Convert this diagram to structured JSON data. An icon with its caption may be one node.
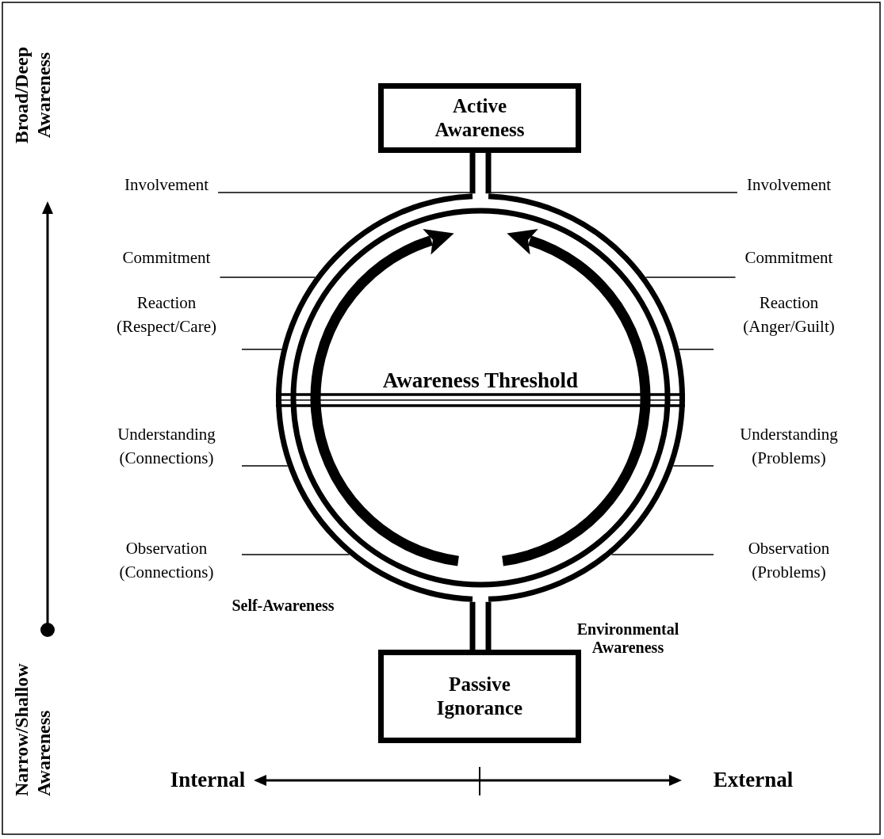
{
  "diagram": {
    "nodes": [
      {
        "text": [
          "Active Awareness"
        ]
      },
      {
        "text": [],
        "shape": "circle"
      },
      {
        "text": [
          "Passive Ignorance"
        ]
      },
      {
        "text": [
          "Involvement"
        ]
      },
      {
        "text": [
          "Involvement"
        ]
      },
      {
        "text": [
          "Commitment"
        ]
      },
      {
        "text": [
          "Commitment"
        ]
      },
      {
        "text": [
          "Reaction (Respect/Care)"
        ]
      },
      {
        "text": [
          "Reaction (Anger/Guilt)"
        ]
      },
      {
        "text": [
          "Understanding (Connections)"
        ]
      },
      {
        "text": [
          "Understanding (Problems)"
        ]
      },
      {
        "text": [
          "Observation (Connections)"
        ]
      },
      {
        "text": [
          "Observation (Problems)"
        ]
      }
    ],
    "edges": [
      {
        "from": 0,
        "to": 1,
        "arrow": "none",
        "style": "thick"
      },
      {
        "from": 1,
        "to": 2,
        "arrow": "none",
        "style": "thick"
      },
      {
        "from": 3,
        "to": 1,
        "arrow": "none"
      },
      {
        "from": 4,
        "to": 1,
        "arrow": "none"
      },
      {
        "from": 5,
        "to": 1,
        "arrow": "none"
      },
      {
        "from": 6,
        "to": 1,
        "arrow": "none"
      },
      {
        "from": 7,
        "to": 1,
        "arrow": "none"
      },
      {
        "from": 8,
        "to": 1,
        "arrow": "none"
      },
      {
        "from": 9,
        "to": 1,
        "arrow": "none"
      },
      {
        "from": 10,
        "to": 1,
        "arrow": "none"
      },
      {
        "from": 11,
        "to": 1,
        "arrow": "none"
      },
      {
        "from": 12,
        "to": 1,
        "arrow": "none"
      }
    ],
    "labels": [
      "Broad/Deep Awareness",
      "Narrow/Shallow Awareness",
      "Awareness Threshold",
      "Self-Awareness",
      "Environmental Awareness",
      "Internal",
      "External"
    ]
  }
}
